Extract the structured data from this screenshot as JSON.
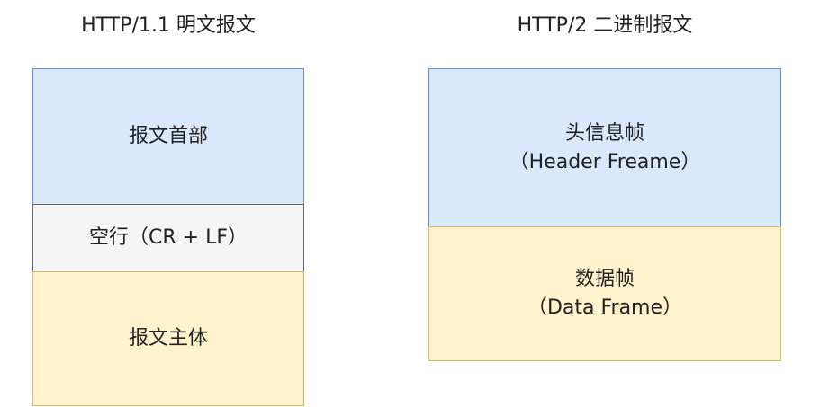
{
  "http1": {
    "title": "HTTP/1.1 明文报文",
    "header_block": "报文首部",
    "blank_line_block": "空行（CR + LF）",
    "body_block": "报文主体"
  },
  "http2": {
    "title": "HTTP/2 二进制报文",
    "header_frame": {
      "line1": "头信息帧",
      "line2": "（Header Freame）"
    },
    "data_frame": {
      "line1": "数据帧",
      "line2": "（Data Frame）"
    }
  },
  "colors": {
    "blue_fill": "#dae8fc",
    "blue_border": "#6c8ebf",
    "gray_fill": "#f5f5f5",
    "gray_border": "#666666",
    "yellow_fill": "#fff2cc",
    "yellow_border": "#d6b656"
  }
}
